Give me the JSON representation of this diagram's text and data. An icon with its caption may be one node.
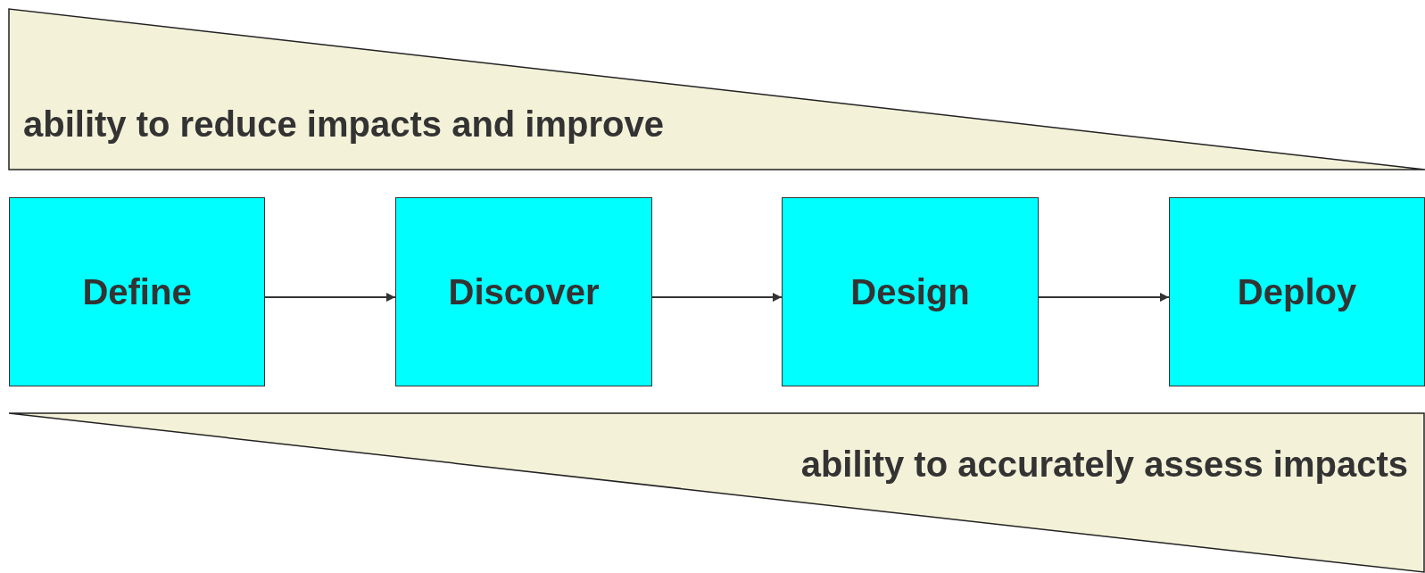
{
  "diagram": {
    "nodes": [
      {
        "text": [
          "ability to reduce impacts and improve"
        ]
      },
      {
        "text": [
          "Define"
        ]
      },
      {
        "text": [
          "Discover"
        ]
      },
      {
        "text": [
          "Design"
        ]
      },
      {
        "text": [
          "Deploy"
        ]
      },
      {
        "text": [
          "ability to accurately assess impacts"
        ]
      }
    ],
    "edges": [
      {
        "from": 1,
        "to": 2,
        "arrow": "to"
      },
      {
        "from": 2,
        "to": 3,
        "arrow": "to"
      },
      {
        "from": 3,
        "to": 4,
        "arrow": "to"
      }
    ]
  }
}
